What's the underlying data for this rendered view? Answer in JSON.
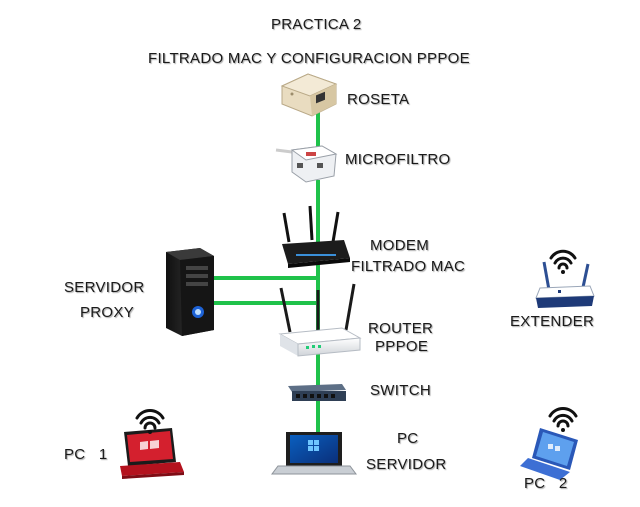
{
  "title": {
    "line1": "PRACTICA 2",
    "line2": "FILTRADO MAC Y CONFIGURACION PPPOE"
  },
  "nodes": {
    "roseta": "ROSETA",
    "microfiltro": "MICROFILTRO",
    "modem_line1": "MODEM",
    "modem_line2": "FILTRADO MAC",
    "servidor_proxy_line1": "SERVIDOR",
    "servidor_proxy_line2": "PROXY",
    "router_line1": "ROUTER",
    "router_line2": "PPPOE",
    "extender": "EXTENDER",
    "switch": "SWITCH",
    "pc_servidor_line1": "PC",
    "pc_servidor_line2": "SERVIDOR",
    "pc1": "PC   1",
    "pc2": "PC   2"
  },
  "colors": {
    "cable": "#1fc24a",
    "text": "#1a1a1a",
    "background": "#ffffff"
  },
  "icons": [
    "wall-socket-icon",
    "microfilter-icon",
    "modem-icon",
    "server-tower-icon",
    "router-icon",
    "switch-icon",
    "wifi-extender-icon",
    "laptop-icon",
    "wifi-icon"
  ]
}
